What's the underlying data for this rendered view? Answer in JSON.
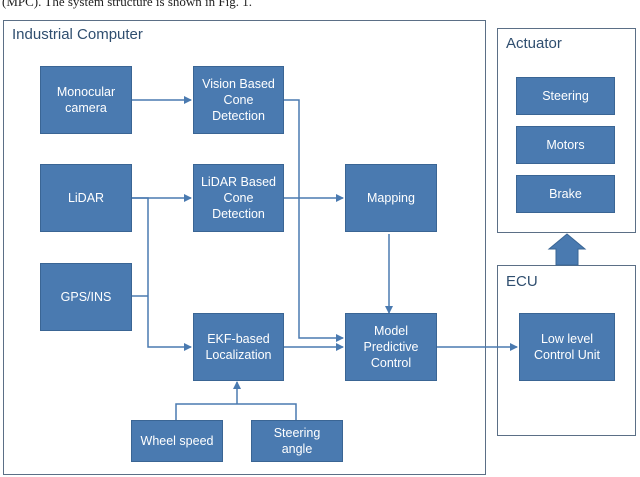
{
  "caption": "(MPC). The system structure is shown in Fig. 1.",
  "industrial_computer": {
    "title": "Industrial Computer",
    "monocular_camera": "Monocular\ncamera",
    "lidar": "LiDAR",
    "gps_ins": "GPS/INS",
    "vision_cone_detection": "Vision Based\nCone\nDetection",
    "lidar_cone_detection": "LiDAR Based\nCone\nDetection",
    "ekf_localization": "EKF-based\nLocalization",
    "mapping": "Mapping",
    "mpc": "Model\nPredictive\nControl",
    "wheel_speed": "Wheel speed",
    "steering_angle": "Steering\nangle"
  },
  "actuator": {
    "title": "Actuator",
    "steering": "Steering",
    "motors": "Motors",
    "brake": "Brake"
  },
  "ecu": {
    "title": "ECU",
    "low_level_control": "Low level\nControl Unit"
  },
  "colors": {
    "box_fill": "#4a7ab0",
    "frame_border": "#5b6f86",
    "title_text": "#2f4e6f",
    "arrow": "#4a7ab0"
  }
}
